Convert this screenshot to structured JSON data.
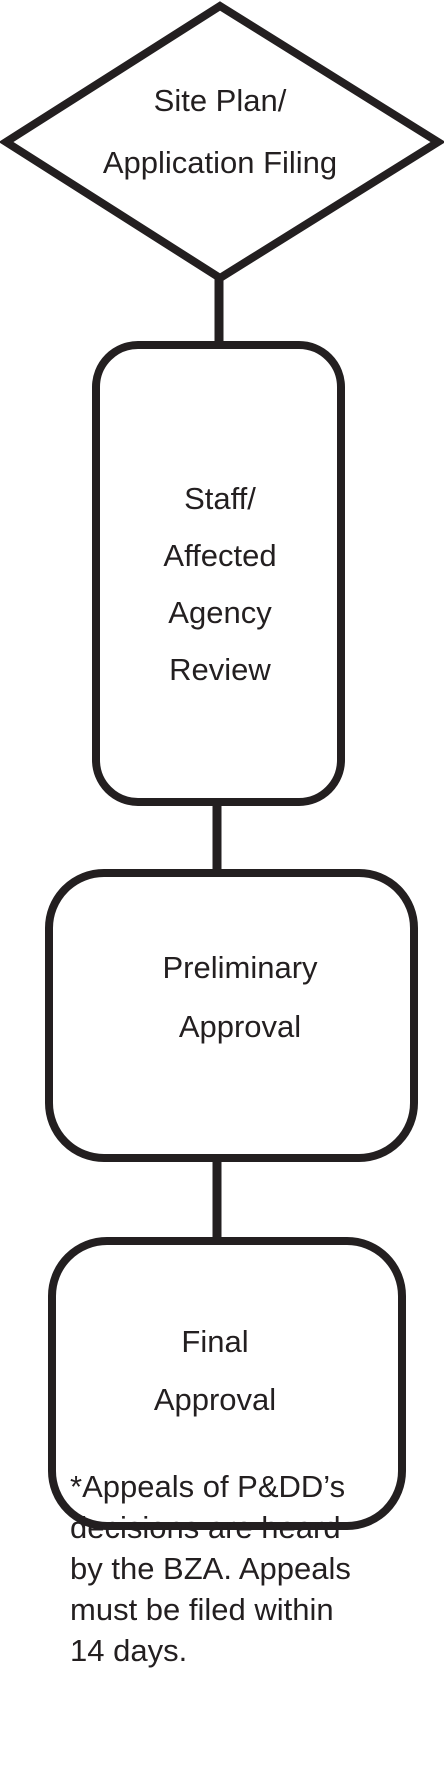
{
  "diagram": {
    "nodes": [
      {
        "id": "site-plan",
        "shape": "diamond",
        "lines": [
          "Site Plan/",
          "Application Filing"
        ]
      },
      {
        "id": "staff-review",
        "shape": "rounded-rectangle",
        "lines": [
          "Staff/",
          "Affected",
          "Agency",
          "Review"
        ]
      },
      {
        "id": "preliminary-approval",
        "shape": "rounded-rectangle",
        "lines": [
          "Preliminary",
          "Approval"
        ]
      },
      {
        "id": "final-approval",
        "shape": "rounded-rectangle",
        "lines": [
          "Final",
          "Approval"
        ]
      }
    ],
    "edges": [
      {
        "from": "site-plan",
        "to": "staff-review"
      },
      {
        "from": "staff-review",
        "to": "preliminary-approval"
      },
      {
        "from": "preliminary-approval",
        "to": "final-approval"
      }
    ],
    "footnote": {
      "lines": [
        "*Appeals of P&DD’s",
        "decisions are heard",
        "by the BZA. Appeals",
        "must be filed within",
        "14 days."
      ]
    }
  }
}
